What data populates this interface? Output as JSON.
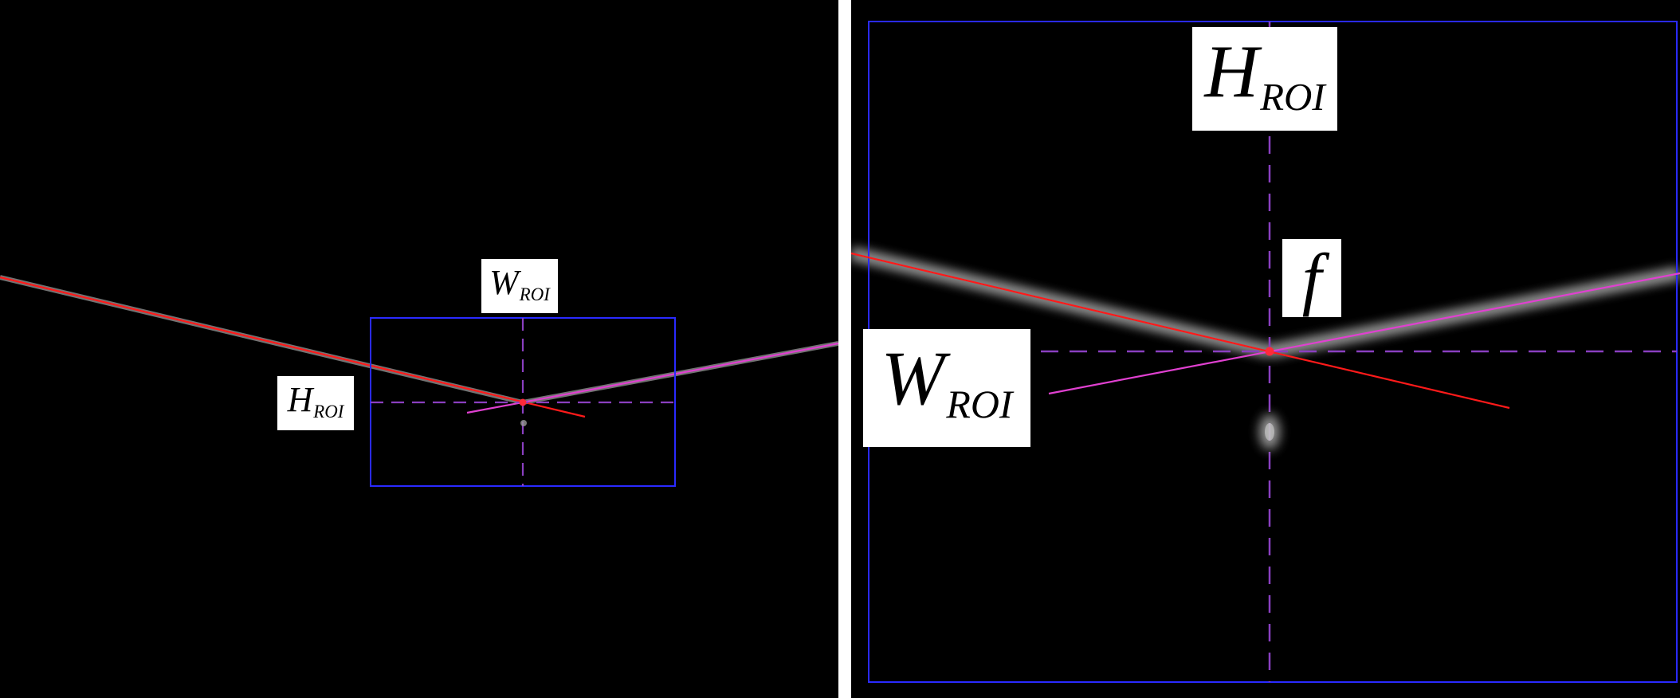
{
  "left_panel": {
    "labels": {
      "w_main": "W",
      "w_sub": "ROI",
      "h_main": "H",
      "h_sub": "ROI"
    }
  },
  "right_panel": {
    "labels": {
      "h_main": "H",
      "h_sub": "ROI",
      "w_main": "W",
      "w_sub": "ROI",
      "focus": "f"
    }
  },
  "colors": {
    "background": "#000000",
    "separator": "#ffffff",
    "roi_box": "#2a2aff",
    "center_dashed": "#8a3fc0",
    "left_fit_line": "#ff1a1a",
    "right_fit_line": "#e040d0",
    "laser_trace": "#d8d8d8",
    "label_background": "#ffffff",
    "label_text": "#000000"
  }
}
